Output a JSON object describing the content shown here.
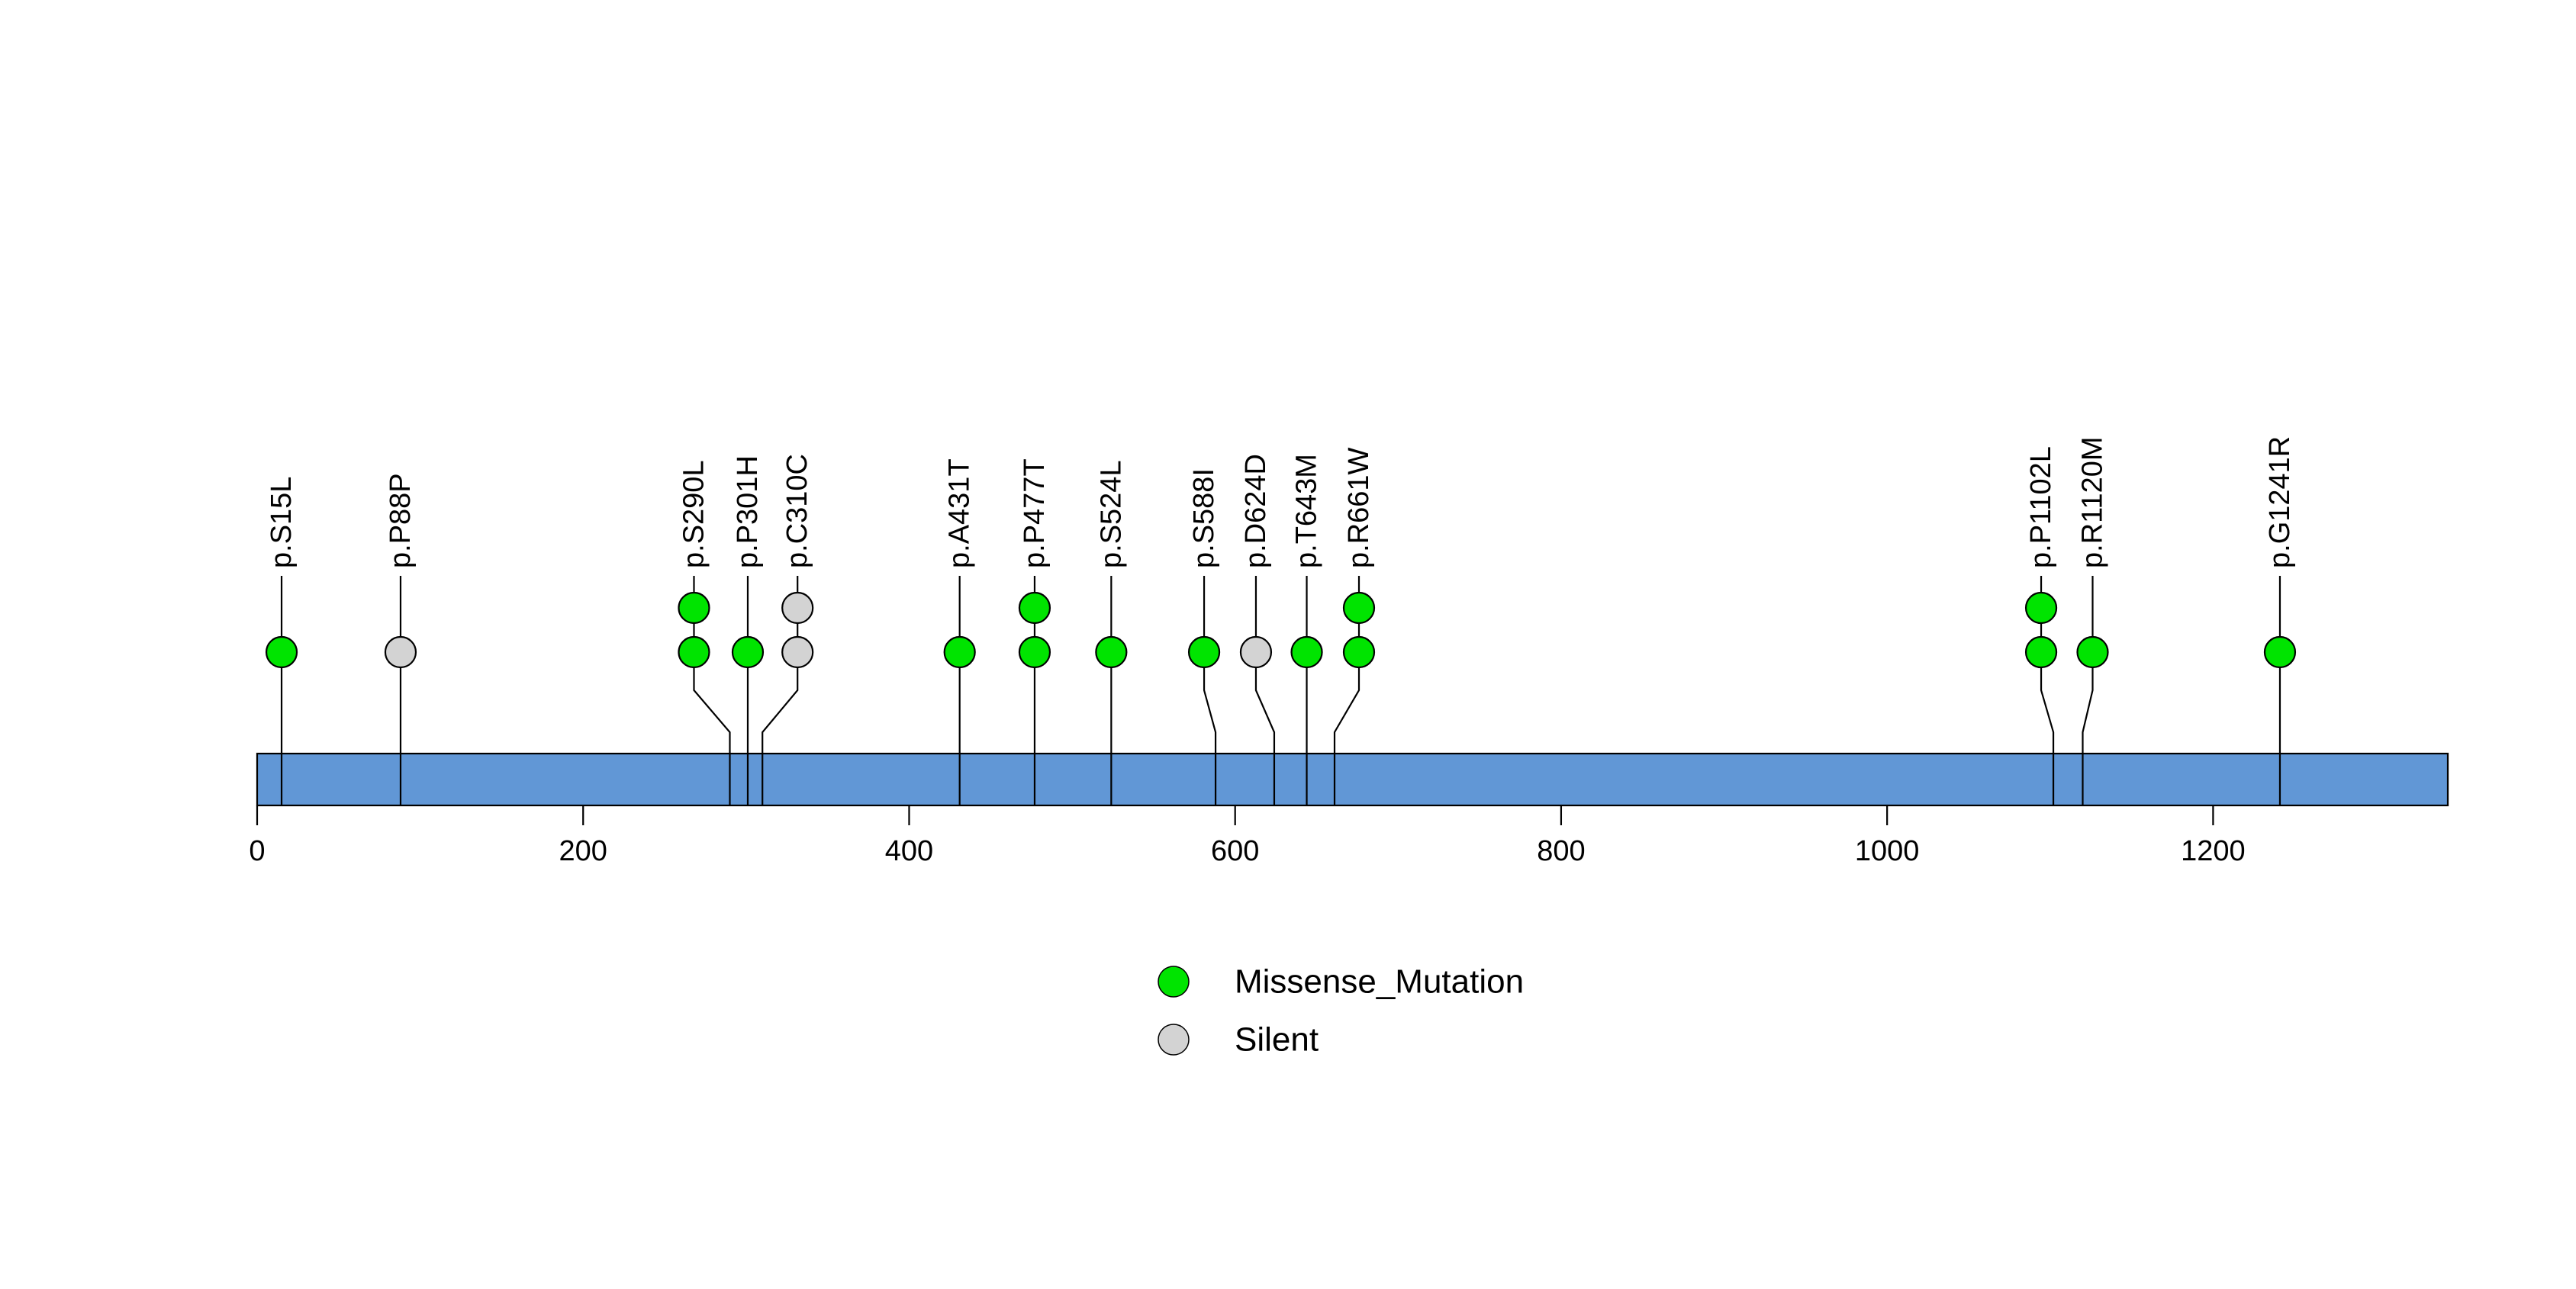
{
  "figure": {
    "description": "Protein lollipop mutation plot",
    "background_color": "#ffffff"
  },
  "chart_data": {
    "type": "lollipop",
    "title": "",
    "xlabel": "",
    "ylabel": "",
    "grid": false,
    "protein_bar": {
      "start": 0,
      "end": 1344,
      "color": "#6197d6",
      "border_color": "#000000"
    },
    "axis": {
      "tick_values": [
        0,
        200,
        400,
        600,
        800,
        1000,
        1200
      ],
      "xlim": [
        0,
        1344
      ]
    },
    "mutation_types": [
      {
        "name": "Missense_Mutation",
        "color": "#00e400"
      },
      {
        "name": "Silent",
        "color": "#d3d3d3"
      }
    ],
    "mutations": [
      {
        "label": "p.S15L",
        "amino_acid_position": 15,
        "count": 1,
        "type": "Missense_Mutation"
      },
      {
        "label": "p.P88P",
        "amino_acid_position": 88,
        "count": 1,
        "type": "Silent"
      },
      {
        "label": "p.S290L",
        "amino_acid_position": 290,
        "count": 2,
        "type": "Missense_Mutation"
      },
      {
        "label": "p.P301H",
        "amino_acid_position": 301,
        "count": 1,
        "type": "Missense_Mutation"
      },
      {
        "label": "p.C310C",
        "amino_acid_position": 310,
        "count": 2,
        "type": "Silent"
      },
      {
        "label": "p.A431T",
        "amino_acid_position": 431,
        "count": 1,
        "type": "Missense_Mutation"
      },
      {
        "label": "p.P477T",
        "amino_acid_position": 477,
        "count": 2,
        "type": "Missense_Mutation"
      },
      {
        "label": "p.S524L",
        "amino_acid_position": 524,
        "count": 1,
        "type": "Missense_Mutation"
      },
      {
        "label": "p.S588I",
        "amino_acid_position": 588,
        "count": 1,
        "type": "Missense_Mutation"
      },
      {
        "label": "p.D624D",
        "amino_acid_position": 624,
        "count": 1,
        "type": "Silent"
      },
      {
        "label": "p.T643M",
        "amino_acid_position": 643,
        "count": 1,
        "type": "Missense_Mutation"
      },
      {
        "label": "p.R661W",
        "amino_acid_position": 661,
        "count": 2,
        "type": "Missense_Mutation"
      },
      {
        "label": "p.P1102L",
        "amino_acid_position": 1102,
        "count": 2,
        "type": "Missense_Mutation"
      },
      {
        "label": "p.R1120M",
        "amino_acid_position": 1120,
        "count": 1,
        "type": "Missense_Mutation"
      },
      {
        "label": "p.G1241R",
        "amino_acid_position": 1241,
        "count": 1,
        "type": "Missense_Mutation"
      }
    ],
    "legend": {
      "position": "bottom-center",
      "entries": [
        "Missense_Mutation",
        "Silent"
      ]
    }
  }
}
